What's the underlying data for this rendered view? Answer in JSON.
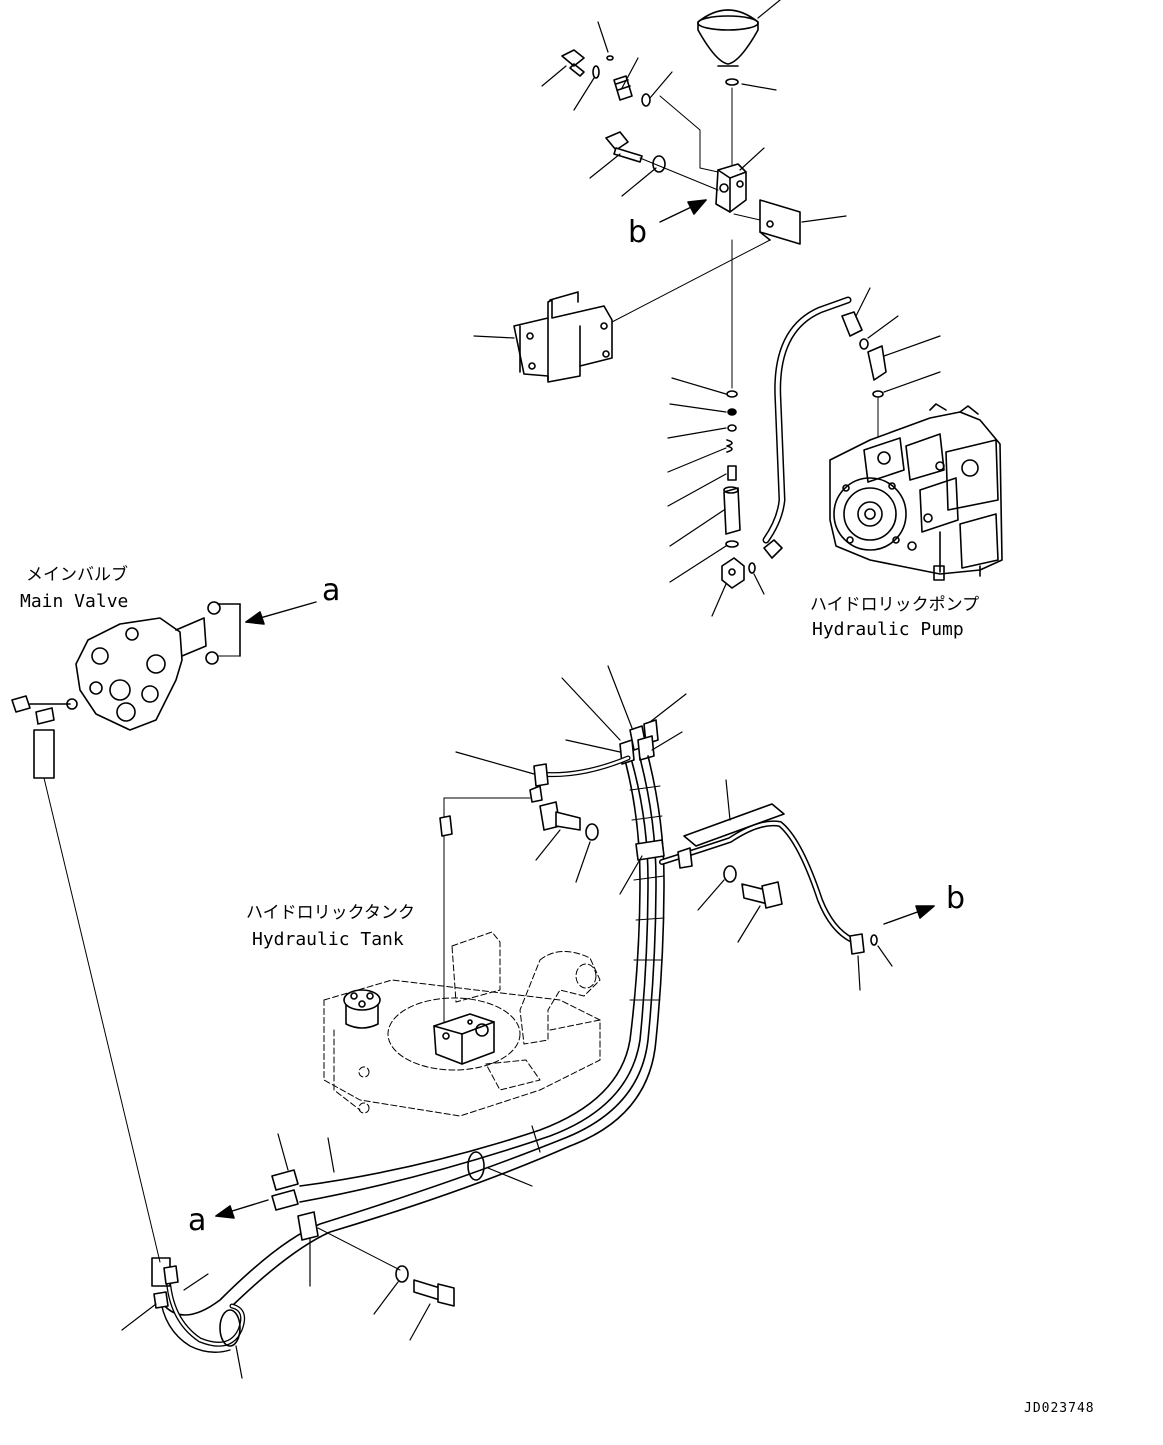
{
  "labels": {
    "main_valve_jp": "メインバルブ",
    "main_valve_en": "Main Valve",
    "hydraulic_pump_jp": "ハイドロリックポンプ",
    "hydraulic_pump_en": "Hydraulic Pump",
    "hydraulic_tank_jp": "ハイドロリックタンク",
    "hydraulic_tank_en": "Hydraulic Tank"
  },
  "refs": {
    "a_upper": "a",
    "a_lower": "a",
    "b_upper": "b",
    "b_lower": "b"
  },
  "drawing_code": "JD023748",
  "colors": {
    "ink": "#000000",
    "paper": "#ffffff"
  }
}
